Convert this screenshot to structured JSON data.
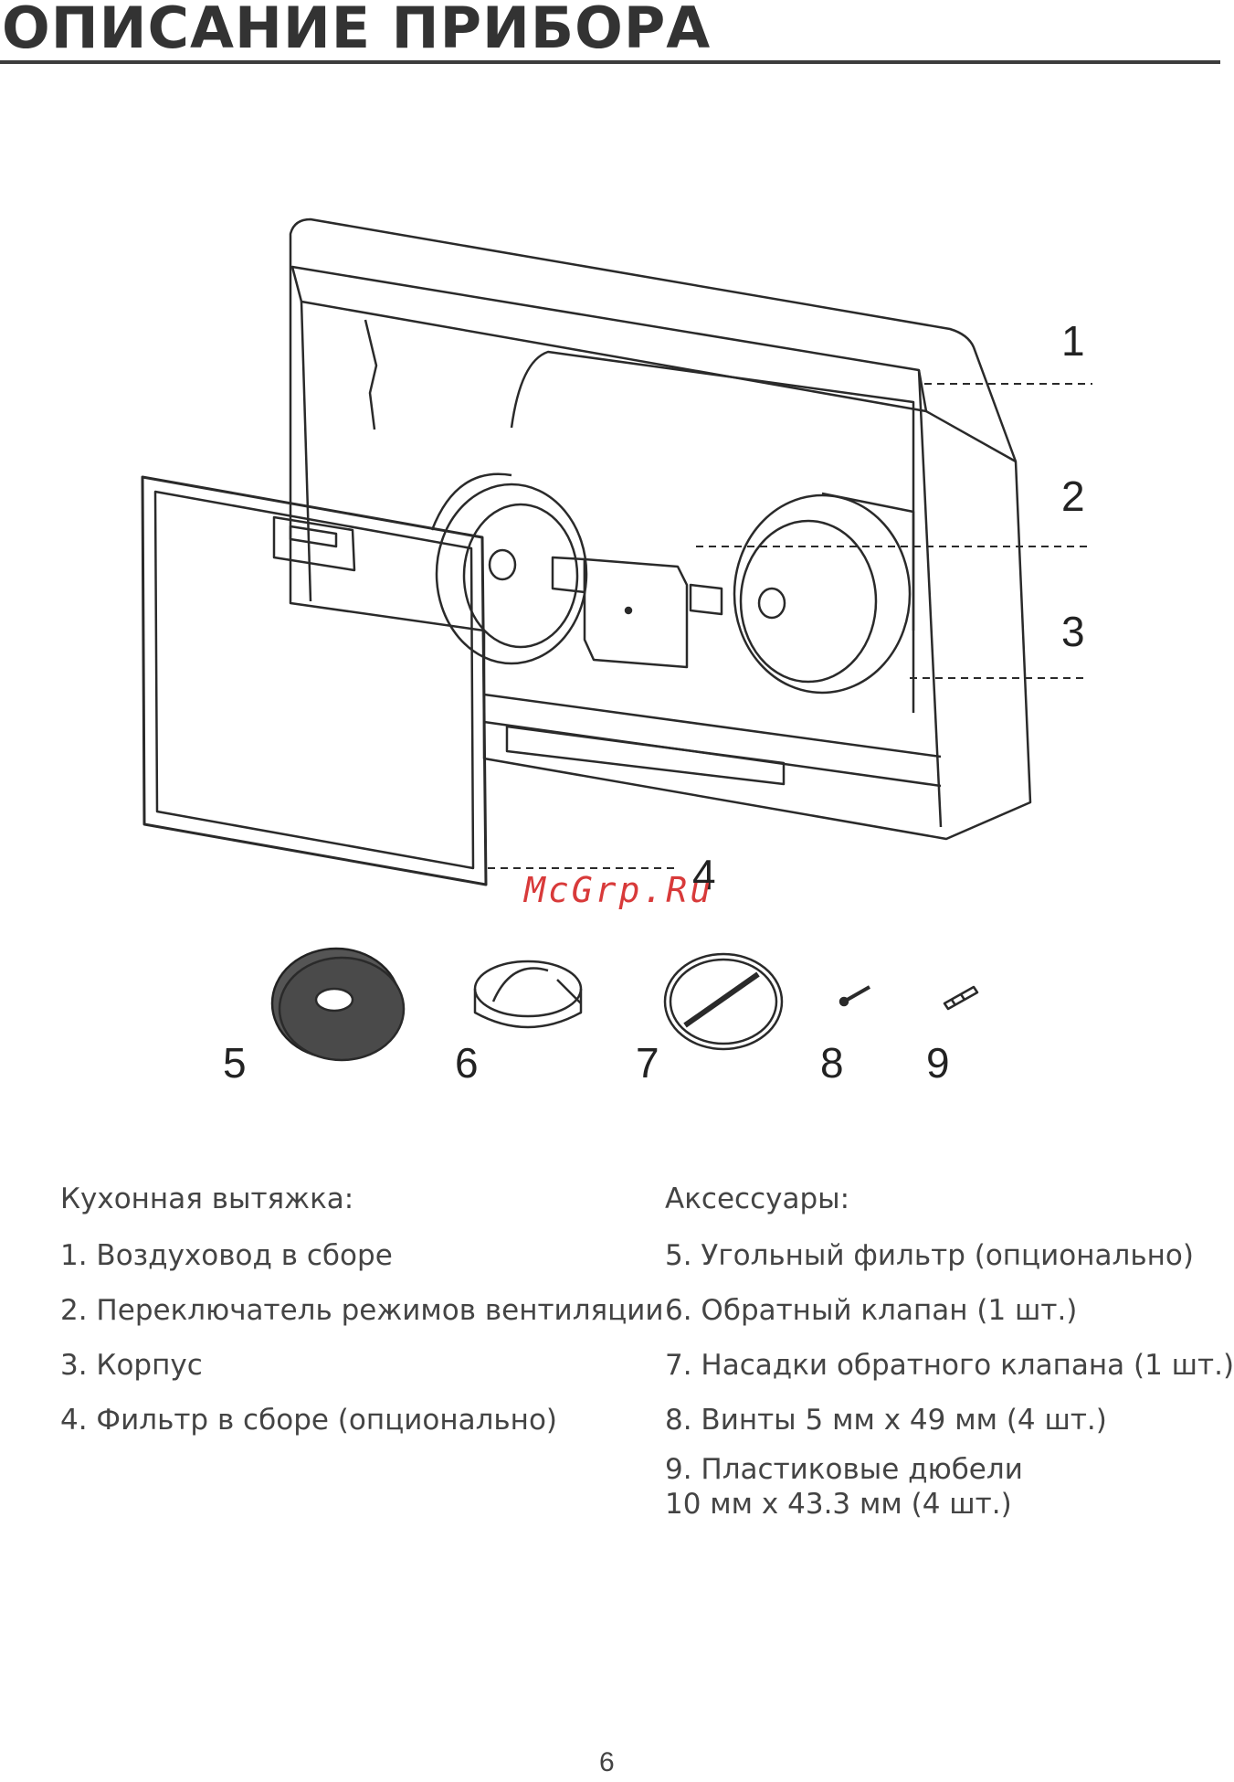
{
  "header": {
    "title": "ОПИСАНИЕ ПРИБОРА"
  },
  "figure": {
    "callouts": [
      "1",
      "2",
      "3",
      "4",
      "5",
      "6",
      "7",
      "8",
      "9"
    ],
    "watermark": "McGrp.Ru"
  },
  "kitchen_hood": {
    "heading": "Кухонная вытяжка:",
    "items": [
      "1. Воздуховод в сборе",
      "2. Переключатель режимов вентиляции",
      "3. Корпус",
      "4. Фильтр в сборе (опционально)"
    ]
  },
  "accessories": {
    "heading": "Аксессуары:",
    "items": [
      "5. Угольный фильтр (опционально)",
      "6. Обратный клапан (1 шт.)",
      "7. Насадки обратного клапана (1 шт.)",
      "8. Винты 5 мм x 49 мм (4 шт.)",
      "9. Пластиковые дюбели",
      "10 мм x 43.3 мм (4 шт.)"
    ]
  },
  "page_number": "6"
}
